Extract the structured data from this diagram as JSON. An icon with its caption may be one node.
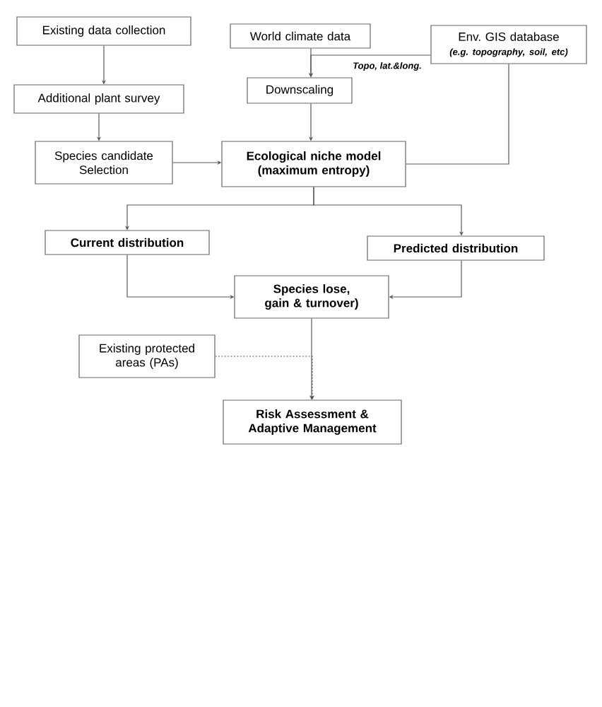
{
  "diagram": {
    "nodes": [
      {
        "text": [
          "Existing data collection"
        ]
      },
      {
        "text": [
          "World climate data"
        ]
      },
      {
        "text": [
          "Env. GIS database",
          "(e.g. topography, soil, etc)"
        ]
      },
      {
        "text": [
          "Additional plant survey"
        ]
      },
      {
        "text": [
          "Downscaling"
        ]
      },
      {
        "text": [
          "Species candidate Selection"
        ]
      },
      {
        "text": [
          "Ecological niche model (maximum entropy)"
        ]
      },
      {
        "text": [
          "Current distribution"
        ]
      },
      {
        "text": [
          "Predicted distribution"
        ]
      },
      {
        "text": [
          "Species lose, gain & turnover)"
        ]
      },
      {
        "text": [
          "Existing protected areas (PAs)"
        ]
      },
      {
        "text": [
          "Risk Assessment & Adaptive Management"
        ]
      }
    ],
    "edges": [
      {
        "from": 0,
        "to": 3,
        "arrow": "to"
      },
      {
        "from": 3,
        "to": 5,
        "arrow": "to"
      },
      {
        "from": 1,
        "to": 4,
        "arrow": "to"
      },
      {
        "from": 2,
        "to": 4,
        "arrow": "to",
        "label": "Topo, lat.&long."
      },
      {
        "from": 4,
        "to": 6,
        "arrow": "to"
      },
      {
        "from": 5,
        "to": 6,
        "arrow": "to"
      },
      {
        "from": 2,
        "to": 6,
        "arrow": "none"
      },
      {
        "from": 6,
        "to": 7,
        "arrow": "to"
      },
      {
        "from": 6,
        "to": 8,
        "arrow": "to"
      },
      {
        "from": 7,
        "to": 9,
        "arrow": "to"
      },
      {
        "from": 8,
        "to": 9,
        "arrow": "to"
      },
      {
        "from": 9,
        "to": 11,
        "arrow": "to"
      },
      {
        "from": 10,
        "to": 11,
        "arrow": "to",
        "style": "dashed"
      }
    ]
  }
}
